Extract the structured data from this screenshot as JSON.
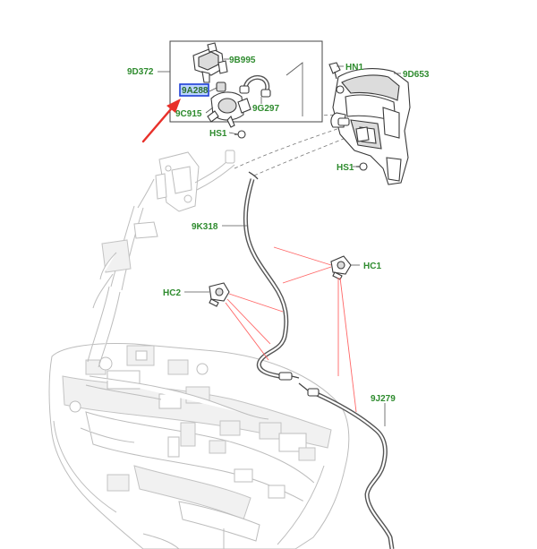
{
  "labels": {
    "9D372": "9D372",
    "9B995": "9B995",
    "9A288": "9A288",
    "9C915": "9C915",
    "9G297": "9G297",
    "HS1_top": "HS1",
    "HN1": "HN1",
    "9D653": "9D653",
    "HS1_right": "HS1",
    "9K318": "9K318",
    "HC1": "HC1",
    "HC2": "HC2",
    "9J279": "9J279"
  },
  "colors": {
    "label_text": "#2e8b2e",
    "highlight_box": "#1f3fd6",
    "highlight_fill": "#bcd4ff",
    "pointer_arrow": "#e8302a",
    "clip_leaders": "#ff6666"
  },
  "highlighted_part": "9A288",
  "icons": [
    "red-pointer-arrow-icon"
  ]
}
